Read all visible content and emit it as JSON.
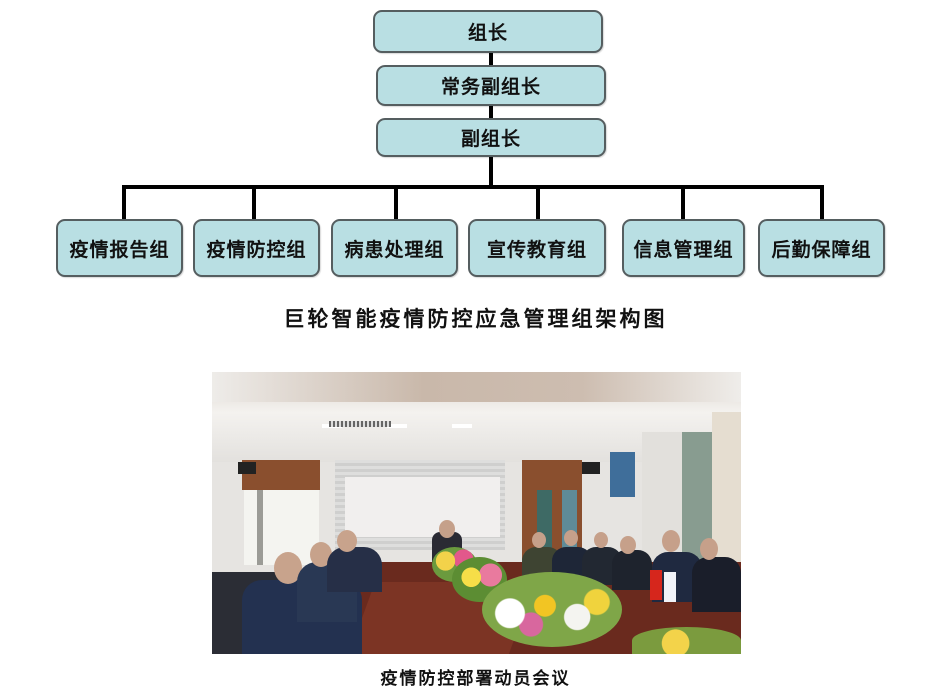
{
  "org_chart": {
    "title": "巨轮智能疫情防控应急管理组架构图",
    "leadership": [
      {
        "label": "组长"
      },
      {
        "label": "常务副组长"
      },
      {
        "label": "副组长"
      }
    ],
    "groups": [
      {
        "label": "疫情报告组"
      },
      {
        "label": "疫情防控组"
      },
      {
        "label": "病患处理组"
      },
      {
        "label": "宣传教育组"
      },
      {
        "label": "信息管理组"
      },
      {
        "label": "后勤保障组"
      }
    ],
    "colors": {
      "box_fill": "#b9dfe3",
      "box_border": "#555e60",
      "connector": "#000000"
    }
  },
  "photo": {
    "description": "Meeting room with officials in masks seated around a conference table with flower arrangements",
    "caption": "疫情防控部署动员会议"
  }
}
